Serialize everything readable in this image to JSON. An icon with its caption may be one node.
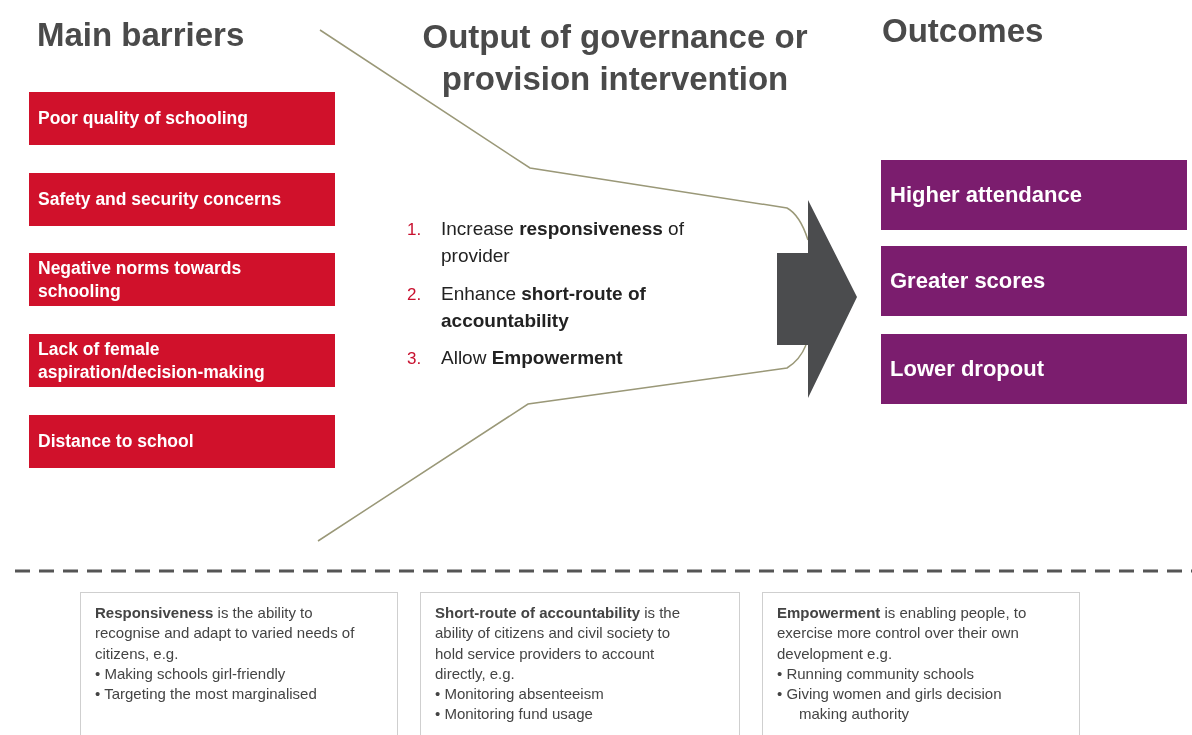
{
  "diagram": {
    "nodes": [
      {
        "text": [
          "Poor quality of schooling"
        ]
      },
      {
        "text": [
          "Safety and security concerns"
        ]
      },
      {
        "text": [
          "Negative norms towards schooling"
        ]
      },
      {
        "text": [
          "Lack of female aspiration/decision-making"
        ]
      },
      {
        "text": [
          "Distance to school"
        ]
      },
      {
        "text": [
          "Higher attendance"
        ]
      },
      {
        "text": [
          "Greater scores"
        ]
      },
      {
        "text": [
          "Lower dropout"
        ]
      },
      {
        "text": [
          "**Responsiveness** is the ability to recognise and adapt to varied needs of citizens, e.g.",
          "• Making schools girl-friendly",
          "• Targeting the most marginalised"
        ]
      },
      {
        "text": [
          "**Short-route of accountability** is the ability of citizens and civil society to hold service providers to account directly, e.g.",
          "• Monitoring absenteeism",
          "• Monitoring fund usage"
        ]
      },
      {
        "text": [
          "**Empowerment** is enabling people, to exercise more control over their own development e.g.",
          "• Running community schools",
          "• Giving women and girls decision making authority"
        ]
      }
    ],
    "labels": [
      "Main barriers",
      "Output of governance or provision intervention",
      "Outcomes",
      "1.",
      "Increase **responsiveness** of provider",
      "2.",
      "Enhance **short-route of accountability**",
      "3.",
      "Allow **Empowerment**"
    ]
  }
}
